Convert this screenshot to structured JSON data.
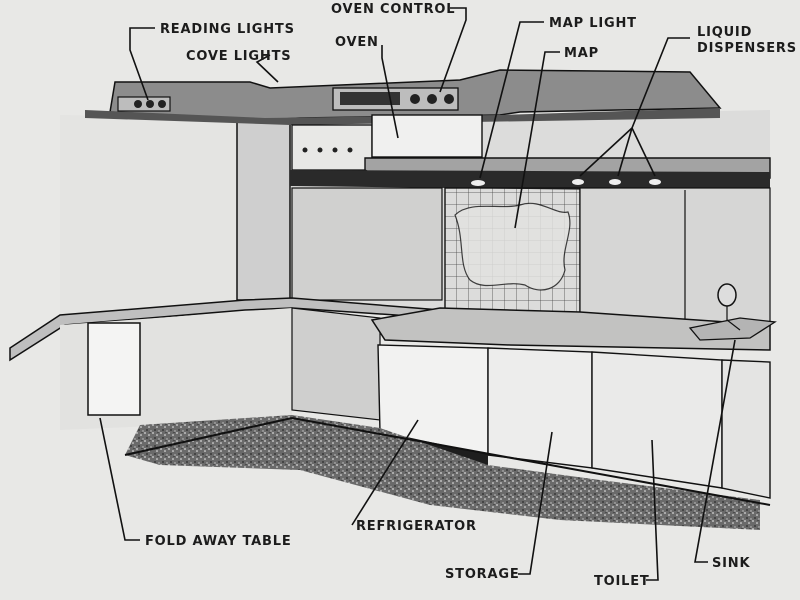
{
  "labels": {
    "reading_lights": "READING LIGHTS",
    "oven_control": "OVEN CONTROL",
    "cove_lights": "COVE LIGHTS",
    "oven": "OVEN",
    "map_light": "MAP LIGHT",
    "map": "MAP",
    "liquid_line1": "LIQUID",
    "liquid_line2": "DISPENSERS",
    "fold_away_table": "FOLD AWAY TABLE",
    "refrigerator": "REFRIGERATOR",
    "storage": "STORAGE",
    "toilet": "TOILET",
    "sink": "SINK"
  },
  "colors": {
    "paper": "#e8e8e6",
    "ink": "#111111",
    "dark_panel": "#2a2a2a",
    "mid_gray": "#8c8c8c",
    "light_gray": "#cfcfcf",
    "floor": "#5a5a5a"
  }
}
